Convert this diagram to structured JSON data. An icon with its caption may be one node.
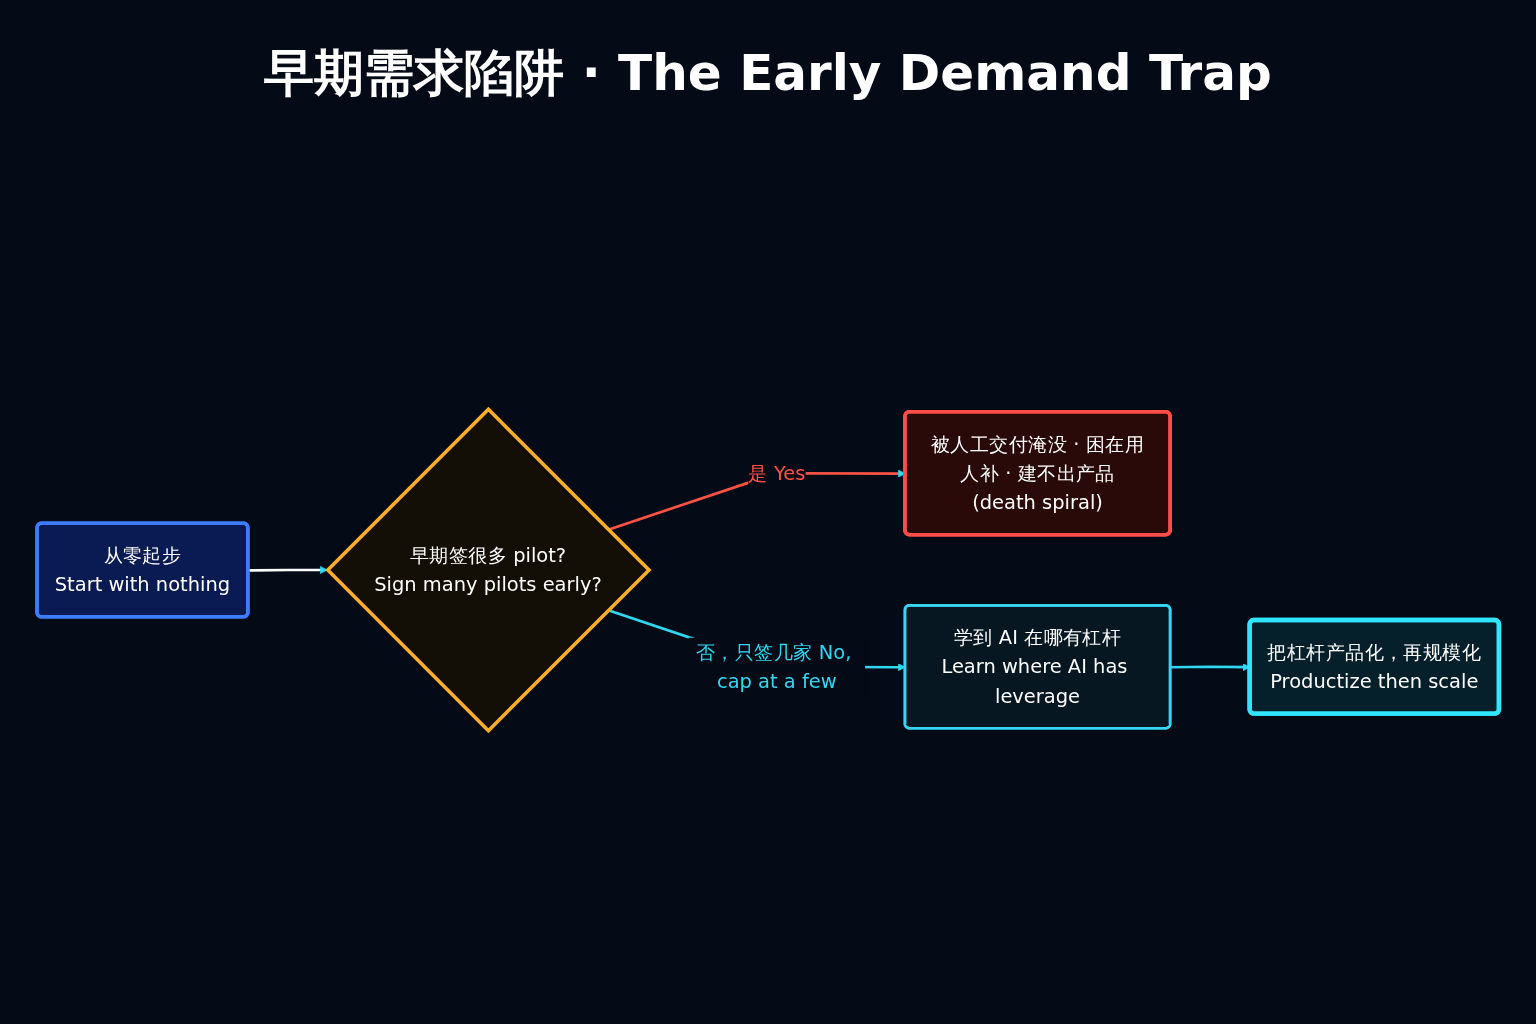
{
  "diagram": {
    "title": "早期需求陷阱 · The Early Demand Trap",
    "nodes": [
      {
        "text": [
          "从零起步",
          "Start with nothing"
        ]
      },
      {
        "text": [
          "早期签很多 pilot?",
          "Sign many pilots early?"
        ]
      },
      {
        "text": [
          "被人工交付淹没 · 困在用人补 · 建不出产品",
          "(death spiral)"
        ]
      },
      {
        "text": [
          "学到 AI 在哪有杠杆",
          "Learn where AI has leverage"
        ]
      },
      {
        "text": [
          "把杠杆产品化，再规模化",
          "Productize then scale"
        ]
      }
    ],
    "edges": [
      {
        "from": 0,
        "to": 1,
        "arrow": "to",
        "color": "#ffffff"
      },
      {
        "from": 1,
        "to": 2,
        "arrow": "to",
        "label": "是 Yes",
        "color": "#ff5247"
      },
      {
        "from": 1,
        "to": 3,
        "arrow": "to",
        "label": "否，只签几家 No, cap at a few"
      },
      {
        "from": 3,
        "to": 4,
        "arrow": "to"
      }
    ]
  }
}
